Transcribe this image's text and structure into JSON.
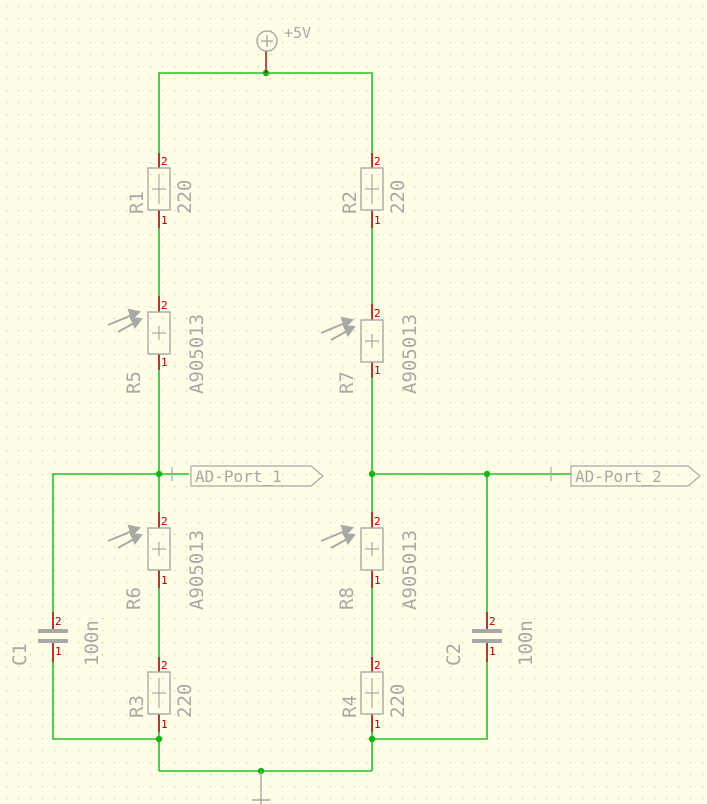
{
  "colors": {
    "background": "#ffffe8",
    "grid": "#c9c9a8",
    "wire": "#27c027",
    "junction": "#13b513",
    "component": "#a8a8a8",
    "pin": "#b00000",
    "pin_number": "#b00000"
  },
  "power": {
    "symbol": "power-circle-icon",
    "label": "+5V"
  },
  "ground": {
    "symbol": "ground-icon"
  },
  "components": {
    "R1": {
      "ref": "R1",
      "value": "220",
      "pin_top": "2",
      "pin_bottom": "1"
    },
    "R2": {
      "ref": "R2",
      "value": "220",
      "pin_top": "2",
      "pin_bottom": "1"
    },
    "R3": {
      "ref": "R3",
      "value": "220",
      "pin_top": "2",
      "pin_bottom": "1"
    },
    "R4": {
      "ref": "R4",
      "value": "220",
      "pin_top": "2",
      "pin_bottom": "1"
    },
    "R5": {
      "ref": "R5",
      "value": "A905013",
      "pin_top": "2",
      "pin_bottom": "1"
    },
    "R6": {
      "ref": "R6",
      "value": "A905013",
      "pin_top": "2",
      "pin_bottom": "1"
    },
    "R7": {
      "ref": "R7",
      "value": "A905013",
      "pin_top": "2",
      "pin_bottom": "1"
    },
    "R8": {
      "ref": "R8",
      "value": "A905013",
      "pin_top": "2",
      "pin_bottom": "1"
    },
    "C1": {
      "ref": "C1",
      "value": "100n",
      "pin_top": "2",
      "pin_bottom": "1"
    },
    "C2": {
      "ref": "C2",
      "value": "100n",
      "pin_top": "2",
      "pin_bottom": "1"
    }
  },
  "ports": {
    "port1": {
      "label": "AD-Port_1"
    },
    "port2": {
      "label": "AD-Port_2"
    }
  }
}
